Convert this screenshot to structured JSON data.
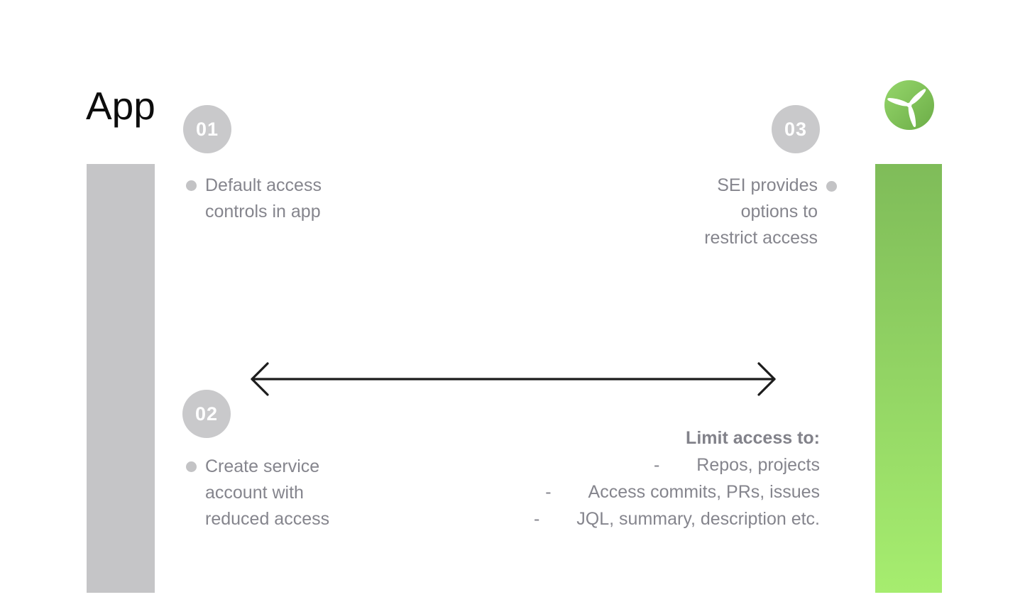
{
  "title": "App",
  "logo": {
    "name": "SEI propeller logo",
    "circle_gradient_start": "#95d66b",
    "circle_gradient_end": "#6cad47",
    "blade_color": "#ffffff"
  },
  "bars": {
    "left_color": "#c5c5c7",
    "right_gradient_top": "#7fbc59",
    "right_gradient_bottom": "#a6ed6f"
  },
  "steps": [
    {
      "number": "01",
      "lines": [
        "Default access",
        "controls in app"
      ]
    },
    {
      "number": "02",
      "lines": [
        "Create service",
        "account with",
        "reduced access"
      ]
    },
    {
      "number": "03",
      "lines": [
        "SEI provides",
        "options to",
        "restrict access"
      ]
    }
  ],
  "limit": {
    "heading": "Limit access to:",
    "dash": "-",
    "items": [
      "Repos, projects",
      "Access commits, PRs, issues",
      "JQL, summary, description etc."
    ]
  },
  "colors": {
    "title_black": "#0d0d0d",
    "text_gray": "#85858d",
    "heading_gray": "#82828a",
    "circle_gray": "#c9c9cb",
    "bullet_gray": "#c3c3c5",
    "arrow_black": "#1c1c1c"
  }
}
